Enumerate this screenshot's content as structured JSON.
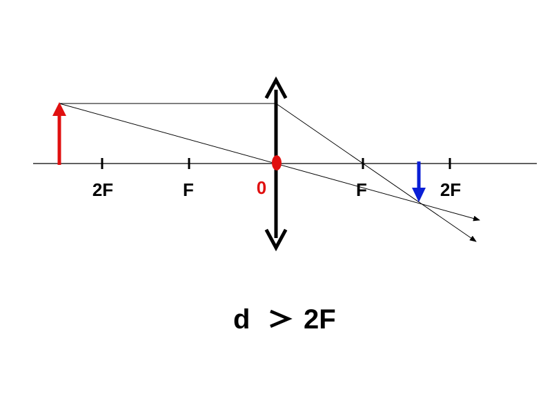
{
  "axis_labels": {
    "left_2f": "2F",
    "left_f": "F",
    "center": "0",
    "right_f": "F",
    "right_2f": "2F"
  },
  "condition": {
    "variable": "d",
    "relation": "greater-than",
    "value": "2F"
  },
  "colors": {
    "object_arrow": "#e01010",
    "image_arrow": "#0a1fd6",
    "lens_center": "#e01010",
    "lens": "#000000",
    "rays": "#000000",
    "background": "#ffffff"
  }
}
